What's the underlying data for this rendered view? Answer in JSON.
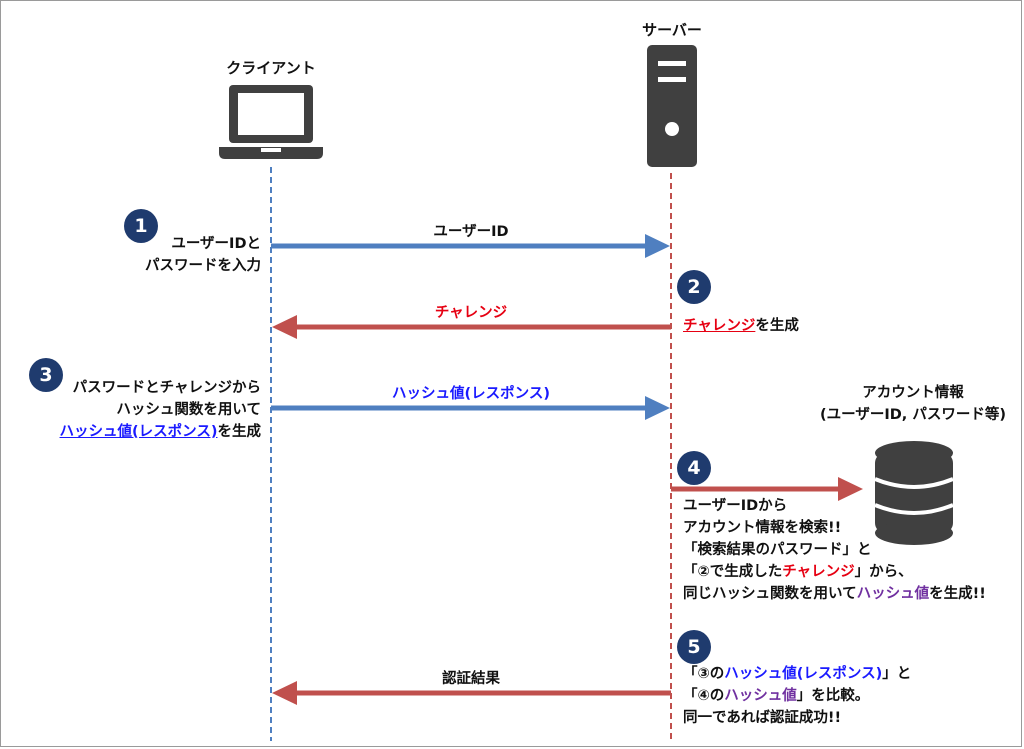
{
  "colors": {
    "blue_line": "#4f7fc0",
    "red_line": "#c0504d",
    "red_text": "#e60012",
    "blue_text": "#1a1aff",
    "purple_text": "#7030a0",
    "navy_badge": "#1f3b6e",
    "icon_dark": "#404040"
  },
  "client": {
    "title": "クライアント",
    "icon": "laptop-icon"
  },
  "server": {
    "title": "サーバー",
    "icon": "server-icon"
  },
  "database": {
    "title_line1": "アカウント情報",
    "title_line2": "(ユーザーID, パスワード等)",
    "icon": "database-icon"
  },
  "steps": {
    "s1": {
      "badge": "1",
      "line1": "ユーザーIDと",
      "line2": "パスワードを入力",
      "arrow_label": "ユーザーID"
    },
    "s2": {
      "badge": "2",
      "arrow_label": "チャレンジ",
      "text_highlight": "チャレンジ",
      "text_rest": "を生成"
    },
    "s3": {
      "badge": "3",
      "line1": "パスワードとチャレンジから",
      "line2": "ハッシュ関数を用いて",
      "line3_highlight": "ハッシュ値(レスポンス)",
      "line3_rest": "を生成",
      "arrow_label": "ハッシュ値(レスポンス)"
    },
    "s4": {
      "badge": "4",
      "line1": "ユーザーIDから",
      "line2": "アカウント情報を検索!!",
      "line3": "「検索結果のパスワード」と",
      "line4_a": "「②で生成した",
      "line4_b": "チャレンジ",
      "line4_c": "」から、",
      "line5_a": "同じハッシュ関数を用いて",
      "line5_b": "ハッシュ値",
      "line5_c": "を生成!!"
    },
    "s5": {
      "badge": "5",
      "line1_a": "「③の",
      "line1_b": "ハッシュ値(レスポンス)",
      "line1_c": "」と",
      "line2_a": "「④の",
      "line2_b": "ハッシュ値",
      "line2_c": "」を比較。",
      "line3": "同一であれば認証成功!!",
      "arrow_label": "認証結果"
    }
  }
}
